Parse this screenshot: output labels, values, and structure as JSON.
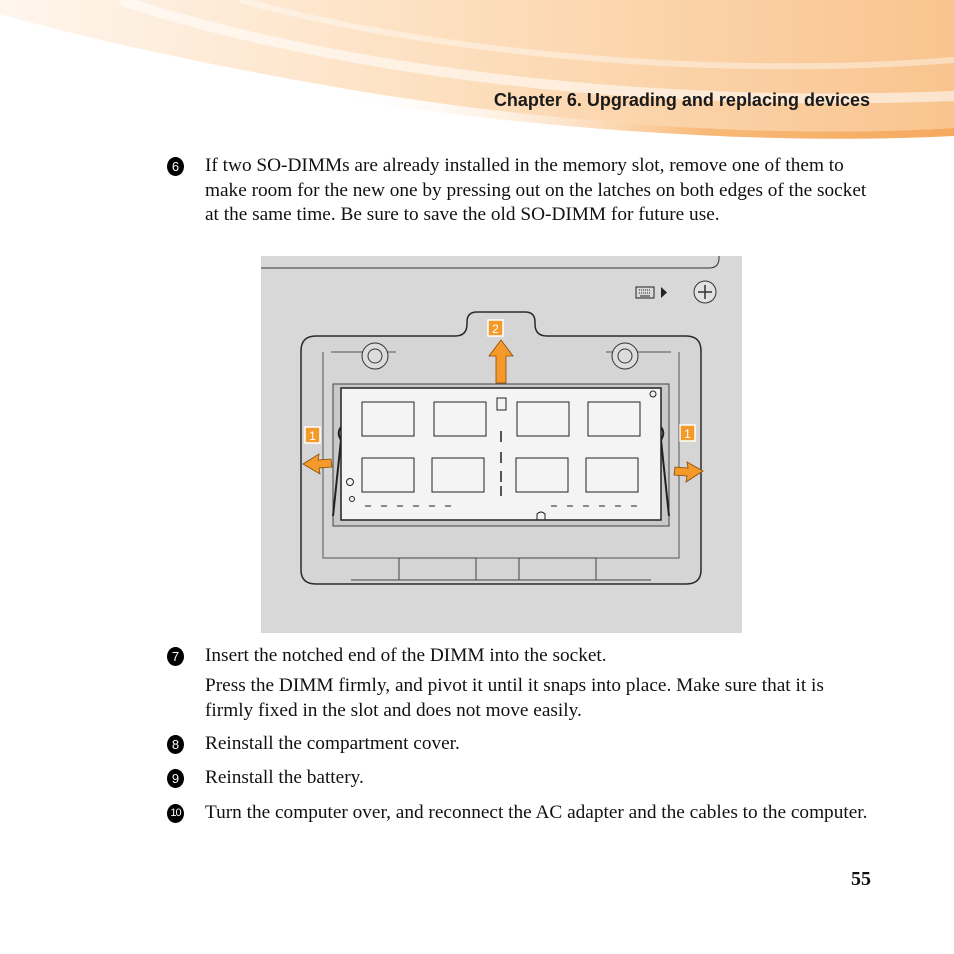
{
  "header": {
    "chapter_title": "Chapter 6. Upgrading and replacing devices"
  },
  "steps": [
    {
      "number": "6",
      "text": "If two SO-DIMMs are already installed in the memory slot, remove one of them to make room for the new one by pressing out on the latches on both edges of the socket at the same time. Be sure to save the old SO-DIMM for future use."
    },
    {
      "number": "7",
      "text": "Insert the notched end of the DIMM into the socket.",
      "note": "Press the DIMM firmly, and pivot it until it snaps into place. Make sure that it is firmly fixed in the slot and does not move easily."
    },
    {
      "number": "8",
      "text": "Reinstall the compartment cover."
    },
    {
      "number": "9",
      "text": "Reinstall the battery."
    },
    {
      "number": "10",
      "text": "Turn the computer over, and reconnect the AC adapter and the cables to the computer."
    }
  ],
  "figure": {
    "callout_left": "1",
    "callout_right": "1",
    "callout_top": "2",
    "accent_color": "#f39a2b",
    "background_color": "#d8d8d8"
  },
  "page": {
    "number": "55"
  }
}
